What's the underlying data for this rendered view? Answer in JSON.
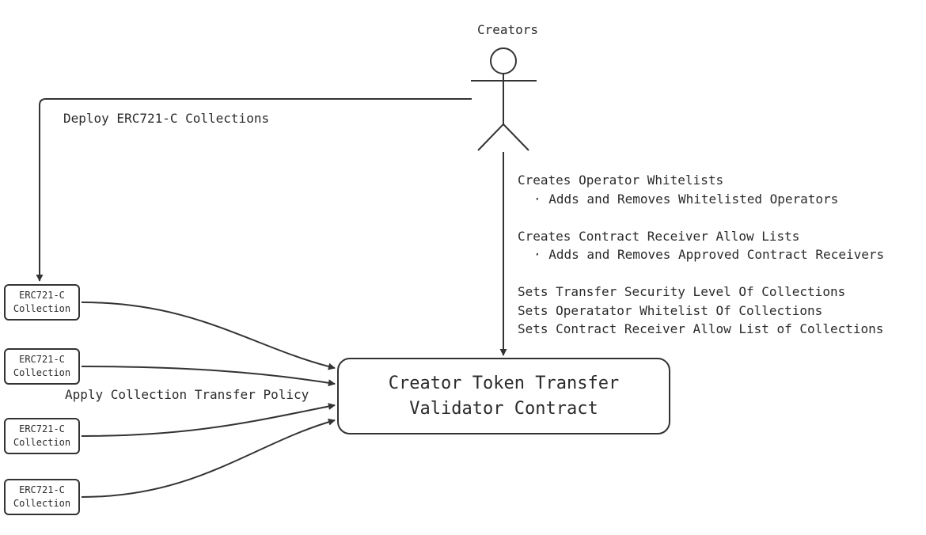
{
  "actor": {
    "label": "Creators",
    "icon": "stick-figure-icon"
  },
  "deploy_label": "Deploy ERC721-C Collections",
  "apply_label": "Apply Collection Transfer Policy",
  "notes": {
    "group1_title": "Creates Operator Whitelists",
    "group1_bullet": "· Adds and Removes Whitelisted Operators",
    "group2_title": "Creates Contract Receiver Allow Lists",
    "group2_bullet": "· Adds and Removes Approved Contract Receivers",
    "group3_line1": "Sets Transfer Security Level Of Collections",
    "group3_line2": "Sets Operatator Whitelist Of Collections",
    "group3_line3": "Sets Contract Receiver Allow List of Collections"
  },
  "collections": [
    {
      "line1": "ERC721-C",
      "line2": "Collection"
    },
    {
      "line1": "ERC721-C",
      "line2": "Collection"
    },
    {
      "line1": "ERC721-C",
      "line2": "Collection"
    },
    {
      "line1": "ERC721-C",
      "line2": "Collection"
    }
  ],
  "validator": {
    "line1": "Creator Token Transfer",
    "line2": "Validator Contract"
  },
  "colors": {
    "stroke": "#333333",
    "text": "#2b2b2b",
    "background": "#ffffff"
  }
}
